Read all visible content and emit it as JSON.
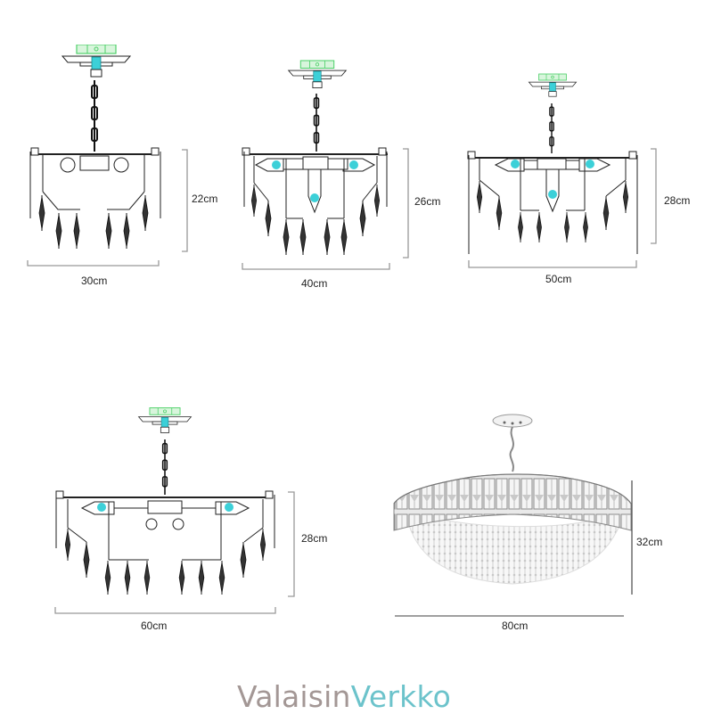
{
  "products": [
    {
      "id": "size-30",
      "width_label": "30cm",
      "height_label": "22cm"
    },
    {
      "id": "size-40",
      "width_label": "40cm",
      "height_label": "26cm"
    },
    {
      "id": "size-50",
      "width_label": "50cm",
      "height_label": "28cm"
    },
    {
      "id": "size-60",
      "width_label": "60cm",
      "height_label": "28cm"
    },
    {
      "id": "size-80",
      "width_label": "80cm",
      "height_label": "32cm"
    }
  ],
  "brand": {
    "part1": "Valaisin",
    "part2": "Verkko"
  },
  "colors": {
    "line": "#222222",
    "dim_line": "#999999",
    "canopy_accent": "#4fd06a",
    "bulb_accent": "#3cd0d8",
    "brand_grey": "#a39795",
    "brand_teal": "#6cc3cb"
  }
}
